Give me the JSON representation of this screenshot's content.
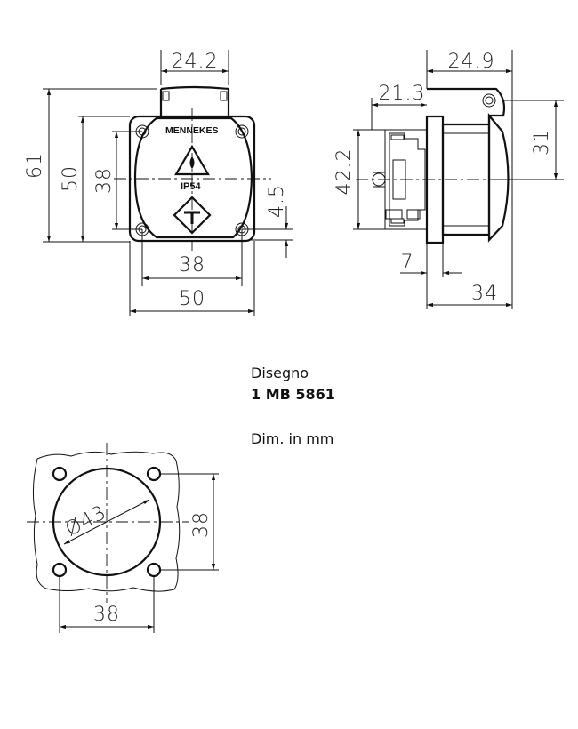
{
  "front_view": {
    "brand": "MENNEKES",
    "rating": "IP54",
    "dims": {
      "hinge_width": "24.2",
      "total_height": "61",
      "flange_height": "50",
      "hole_spacing_v": "38",
      "screw_offset": "4.5",
      "hole_spacing_h": "38",
      "flange_width": "50"
    }
  },
  "side_view": {
    "dims": {
      "depth_cap": "24.9",
      "depth_body": "21.3",
      "cap_height": "31",
      "body_height": "42.2",
      "flange_thickness": "7",
      "total_depth": "34"
    }
  },
  "cutout_view": {
    "dims": {
      "diameter": "Ø43",
      "hole_spacing_v": "38",
      "hole_spacing_h": "38"
    }
  },
  "info": {
    "label": "Disegno",
    "drawing_number": "1 MB 5861",
    "units": "Dim. in mm"
  }
}
